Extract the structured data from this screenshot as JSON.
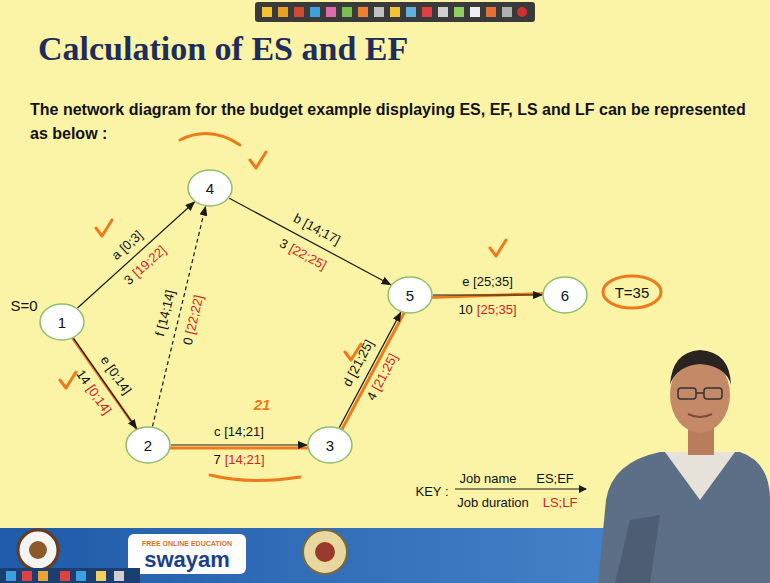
{
  "diagram": {
    "title": "Calculation of ES and EF",
    "nodes": [
      {
        "text": [
          "1"
        ]
      },
      {
        "text": [
          "2"
        ]
      },
      {
        "text": [
          "3"
        ]
      },
      {
        "text": [
          "4"
        ]
      },
      {
        "text": [
          "5"
        ]
      },
      {
        "text": [
          "6"
        ]
      }
    ],
    "edges": [
      {
        "from": 0,
        "to": 3,
        "label": "a [0;3]",
        "arrow": "to"
      },
      {
        "from": 0,
        "to": 1,
        "label": "e [0;14]",
        "arrow": "to"
      },
      {
        "from": 1,
        "to": 3,
        "label": "f [14;14]",
        "arrow": "to"
      },
      {
        "from": 3,
        "to": 4,
        "label": "b [14;17]",
        "arrow": "to"
      },
      {
        "from": 1,
        "to": 2,
        "label": "c [14;21]",
        "arrow": "to"
      },
      {
        "from": 2,
        "to": 4,
        "label": "d [21;25]",
        "arrow": "to"
      },
      {
        "from": 4,
        "to": 5,
        "label": "e [25;35]",
        "arrow": "to"
      }
    ],
    "labels": [
      "The network diagram for the budget example displaying ES, EF, LS and LF can be represented as below :",
      "S=0",
      "T=35",
      "3",
      "[19;22]",
      "14",
      "[0;14]",
      "0",
      "[22;22]",
      "3",
      "[22;25]",
      "7",
      "[14;21]",
      "4",
      "[21;25]",
      "10",
      "[25;35]",
      "KEY :",
      "Job name",
      "ES;EF",
      "Job duration",
      "LS;LF",
      "21",
      "swayam",
      "FREE ONLINE EDUCATION"
    ]
  }
}
